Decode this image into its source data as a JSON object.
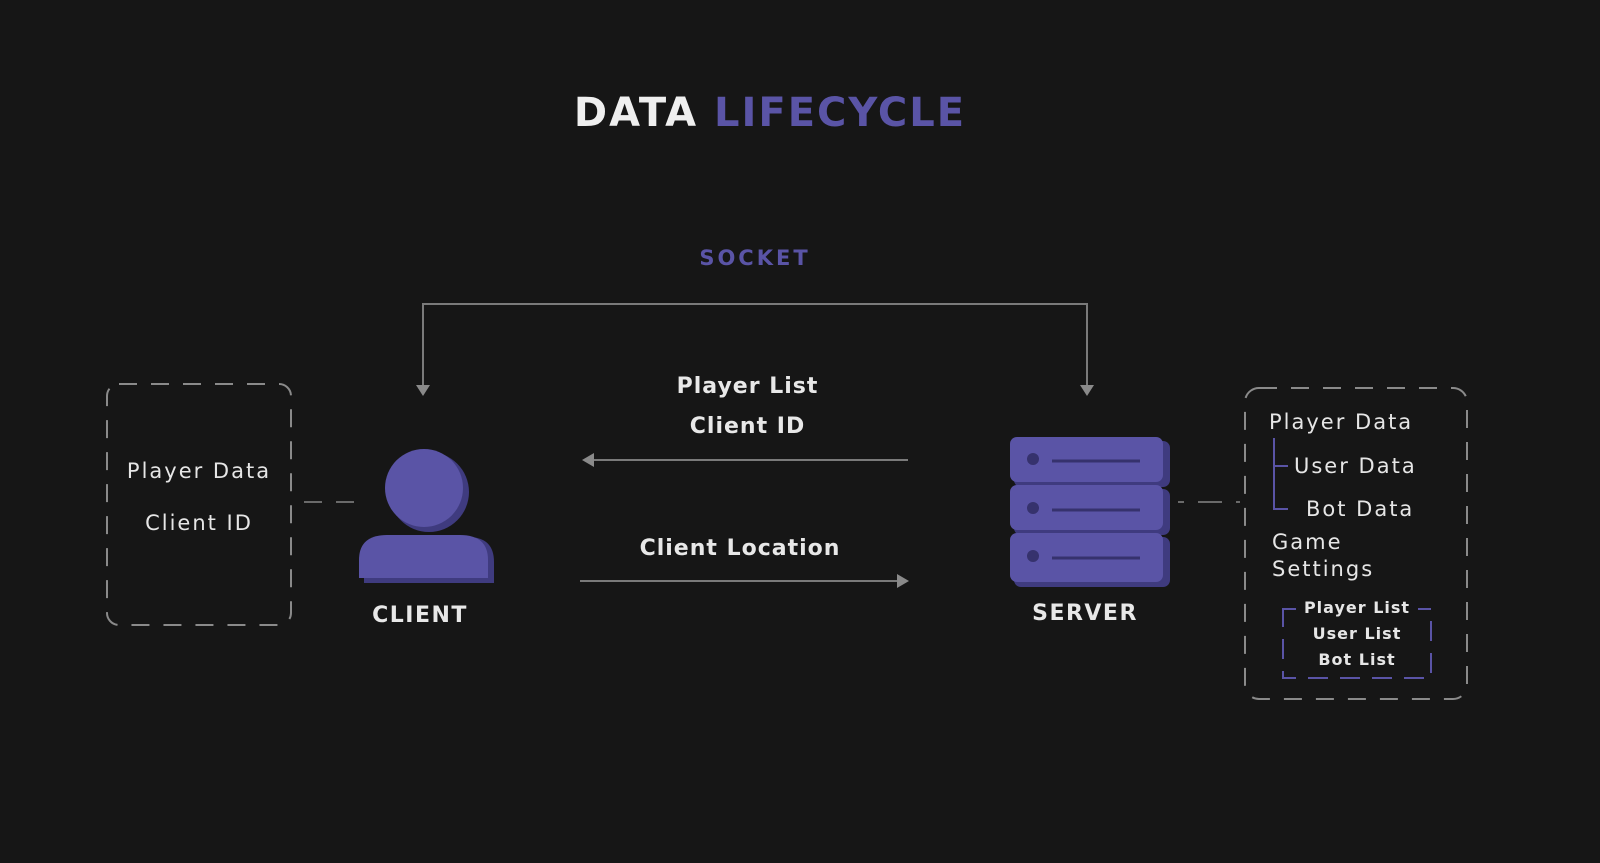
{
  "title": {
    "part1": "DATA",
    "part2": "LIFECYCLE"
  },
  "colors": {
    "background": "#161616",
    "accent": "#5a54a6",
    "accent_dark": "#3f3b7f",
    "line": "#7a7a7a",
    "text": "#ececec"
  },
  "socket": {
    "label": "SOCKET"
  },
  "messages": {
    "to_client_line1": "Player List",
    "to_client_line2": "Client ID",
    "to_server": "Client Location"
  },
  "client": {
    "label": "CLIENT",
    "icon": "user-icon",
    "store": {
      "line1": "Player Data",
      "line2": "Client ID"
    }
  },
  "server": {
    "label": "SERVER",
    "icon": "server-icon",
    "store": {
      "player_data": "Player Data",
      "user_data": "User Data",
      "bot_data": "Bot Data",
      "game_settings_line1": "Game",
      "game_settings_line2": "Settings",
      "player_list": "Player List",
      "user_list": "User List",
      "bot_list": "Bot List"
    }
  }
}
